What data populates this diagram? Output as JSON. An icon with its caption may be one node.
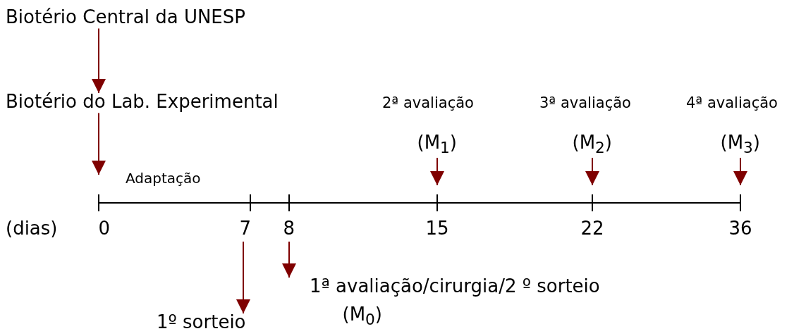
{
  "diagram": {
    "nodes": [
      {
        "text": [
          "Biotério Central da UNESP"
        ]
      },
      {
        "text": [
          "Biotério do Lab. Experimental"
        ]
      },
      {
        "text": [
          "2ª avaliação",
          "(M$_{1}$)"
        ]
      },
      {
        "text": [
          "3ª avaliação",
          "(M$_{2}$)"
        ]
      },
      {
        "text": [
          "4ª avaliação",
          "(M$_{3}$)"
        ]
      },
      {
        "text": [
          "1º sorteio"
        ]
      },
      {
        "text": [
          "1ª avaliação/cirurgia/2 º sorteio",
          "(M$_{0}$)"
        ]
      }
    ],
    "edges": [
      {
        "from": 0,
        "to": 1,
        "arrow": "to"
      },
      {
        "from": 1,
        "to": null,
        "arrow": "to"
      },
      {
        "from": 2,
        "to": null,
        "arrow": "to"
      },
      {
        "from": 3,
        "to": null,
        "arrow": "to"
      },
      {
        "from": 4,
        "to": null,
        "arrow": "to"
      },
      {
        "from": null,
        "to": 5,
        "arrow": "to"
      },
      {
        "from": null,
        "to": 6,
        "arrow": "to"
      }
    ],
    "labels": [
      "Adaptação",
      "(dias)",
      "0",
      "7",
      "8",
      "15",
      "22",
      "36"
    ]
  }
}
